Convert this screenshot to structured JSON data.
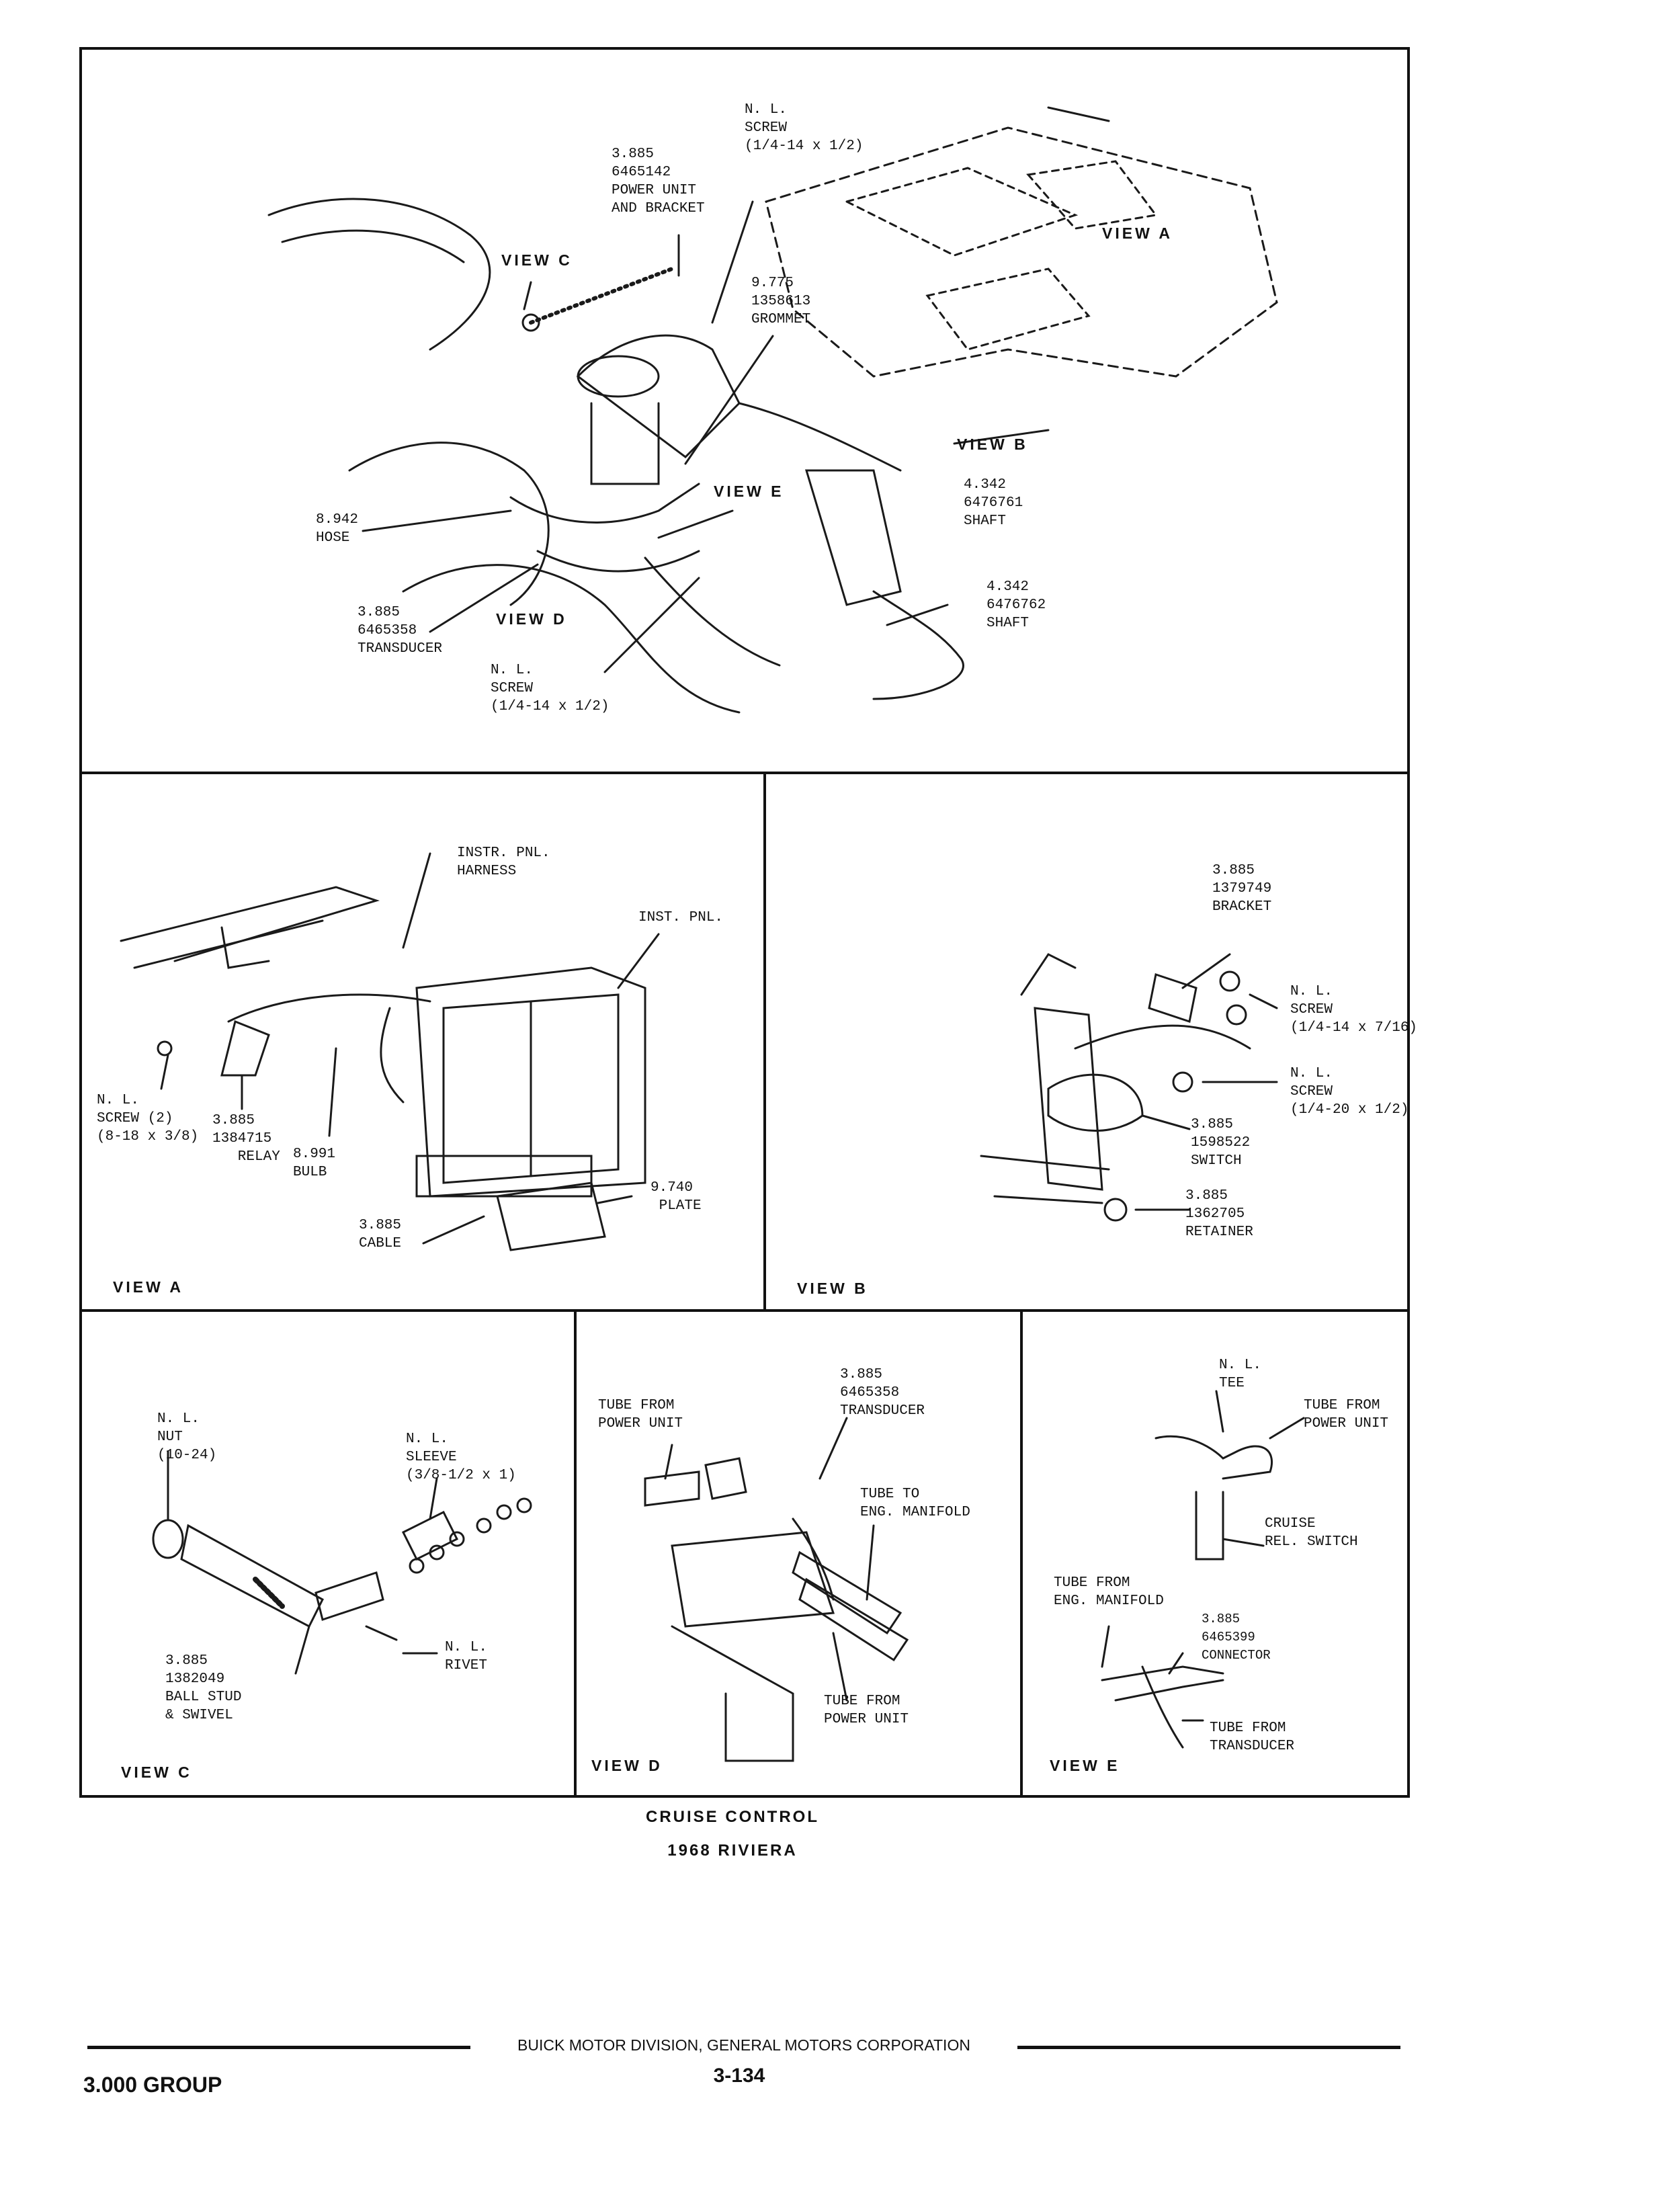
{
  "main_view": {
    "labels": [
      {
        "id": "nl-screw-top",
        "text": "N. L.\nSCREW\n(1/4-14 x 1/2)"
      },
      {
        "id": "power-unit",
        "text": "3.885\n6465142\nPOWER UNIT\nAND BRACKET"
      },
      {
        "id": "grommet",
        "text": "9.775\n1358613\nGROMMET"
      },
      {
        "id": "hose",
        "text": "8.942\nHOSE"
      },
      {
        "id": "shaft-1",
        "text": "4.342\n6476761\nSHAFT"
      },
      {
        "id": "shaft-2",
        "text": "4.342\n6476762\nSHAFT"
      },
      {
        "id": "transducer",
        "text": "3.885\n6465358\nTRANSDUCER"
      },
      {
        "id": "nl-screw-bottom",
        "text": "N. L.\nSCREW\n(1/4-14 x 1/2)"
      }
    ],
    "view_tags": {
      "a": "VIEW A",
      "b": "VIEW B",
      "c": "VIEW C",
      "d": "VIEW D",
      "e": "VIEW E"
    }
  },
  "view_a": {
    "tag": "VIEW A",
    "labels": [
      {
        "id": "instr-harness",
        "text": "INSTR. PNL.\nHARNESS"
      },
      {
        "id": "inst-pnl",
        "text": "INST. PNL."
      },
      {
        "id": "nl-screw-2",
        "text": "N. L.\nSCREW (2)\n(8-18 x 3/8)"
      },
      {
        "id": "relay",
        "text": "3.885\n1384715\n   RELAY"
      },
      {
        "id": "bulb",
        "text": "8.991\nBULB"
      },
      {
        "id": "plate",
        "text": "9.740\n PLATE"
      },
      {
        "id": "cable",
        "text": "3.885\nCABLE"
      }
    ]
  },
  "view_b": {
    "tag": "VIEW B",
    "labels": [
      {
        "id": "bracket",
        "text": "3.885\n1379749\nBRACKET"
      },
      {
        "id": "screw-716",
        "text": "N. L.\nSCREW\n(1/4-14 x 7/16)"
      },
      {
        "id": "screw-12",
        "text": "N. L.\nSCREW\n(1/4-20 x 1/2)"
      },
      {
        "id": "switch",
        "text": "3.885\n1598522\nSWITCH"
      },
      {
        "id": "retainer",
        "text": "3.885\n1362705\nRETAINER"
      }
    ]
  },
  "view_c": {
    "tag": "VIEW C",
    "labels": [
      {
        "id": "nut",
        "text": "N. L.\nNUT\n(10-24)"
      },
      {
        "id": "sleeve",
        "text": "N. L.\nSLEEVE\n(3/8-1/2 x 1)"
      },
      {
        "id": "ball-stud",
        "text": "3.885\n1382049\nBALL STUD\n& SWIVEL"
      },
      {
        "id": "rivet",
        "text": "N. L.\nRIVET"
      }
    ]
  },
  "view_d": {
    "tag": "VIEW D",
    "labels": [
      {
        "id": "transducer-d",
        "text": "3.885\n6465358\nTRANSDUCER"
      },
      {
        "id": "tube-from-pu",
        "text": "TUBE FROM\nPOWER UNIT"
      },
      {
        "id": "tube-to-em",
        "text": "TUBE TO\nENG. MANIFOLD"
      },
      {
        "id": "tube-from-pu-2",
        "text": "TUBE FROM\nPOWER UNIT"
      }
    ]
  },
  "view_e": {
    "tag": "VIEW E",
    "labels": [
      {
        "id": "tee",
        "text": "N. L.\nTEE"
      },
      {
        "id": "tube-from-pu-e",
        "text": "TUBE FROM\nPOWER UNIT"
      },
      {
        "id": "cruise-rel",
        "text": "CRUISE\nREL. SWITCH"
      },
      {
        "id": "tube-from-em",
        "text": "TUBE FROM\nENG. MANIFOLD"
      },
      {
        "id": "connector",
        "text": "3.885\n6465399\nCONNECTOR"
      },
      {
        "id": "tube-from-trans",
        "text": "TUBE FROM\nTRANSDUCER"
      }
    ]
  },
  "caption": {
    "line1": "CRUISE CONTROL",
    "line2": "1968 RIVIERA"
  },
  "footer": {
    "corporation": "BUICK MOTOR DIVISION, GENERAL MOTORS CORPORATION",
    "page": "3-134",
    "group": "3.000 GROUP"
  }
}
